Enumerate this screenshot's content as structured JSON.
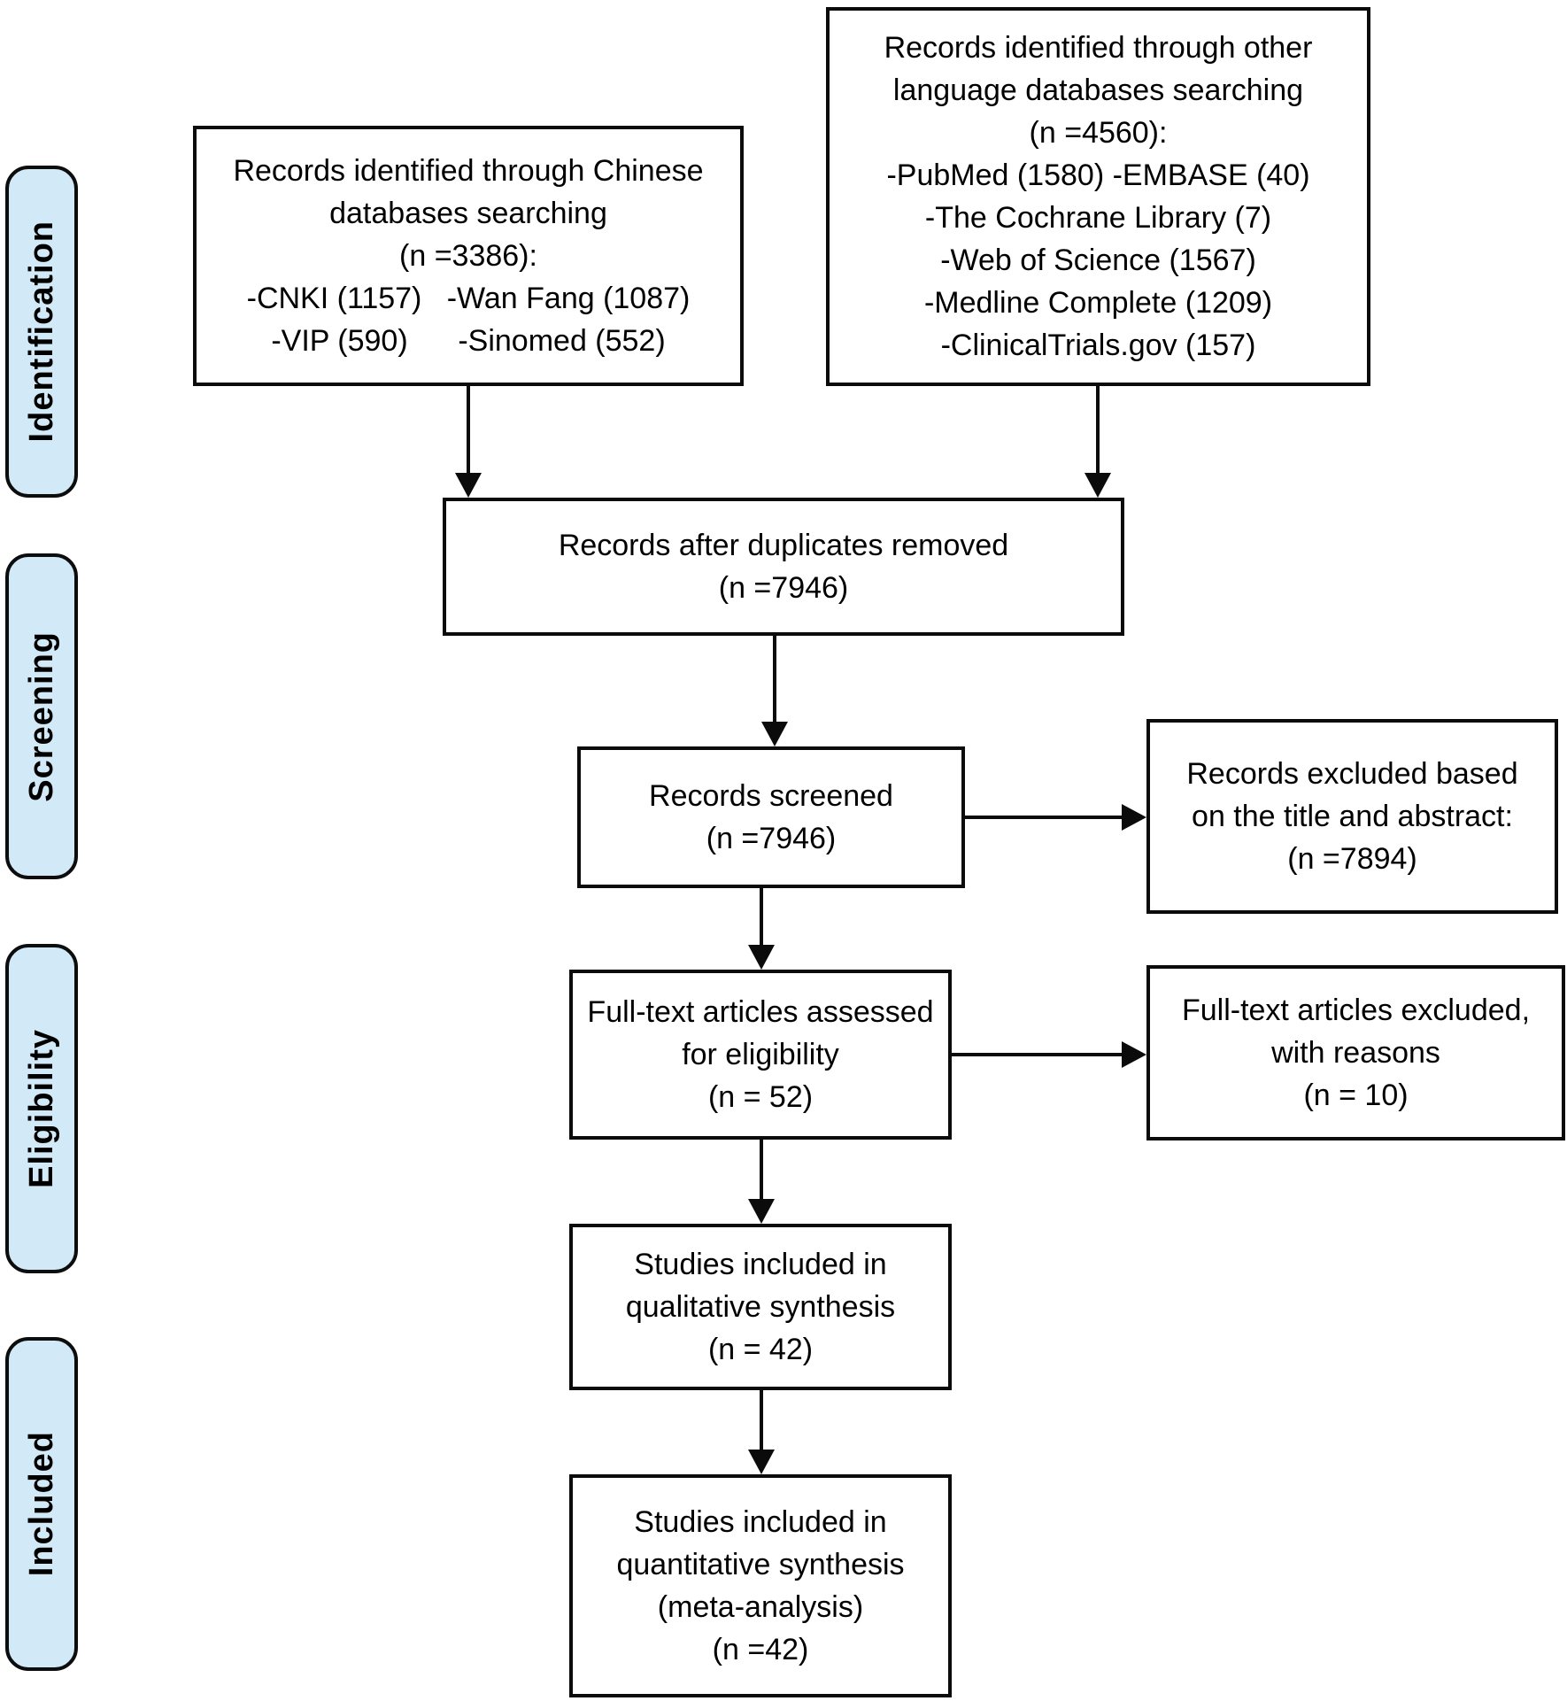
{
  "sidebar": {
    "fill_color": "#d2eaf8",
    "items": [
      {
        "label": "Identification"
      },
      {
        "label": "Screening"
      },
      {
        "label": "Eligibility"
      },
      {
        "label": "Included"
      }
    ]
  },
  "boxes": {
    "chinese": {
      "lines": [
        "Records identified through Chinese",
        "databases searching",
        "(n =3386):",
        "-CNKI (1157)   -Wan Fang (1087)",
        "-VIP (590)      -Sinomed (552)"
      ]
    },
    "other_lang": {
      "lines": [
        "Records identified through other",
        "language databases searching",
        "(n =4560):",
        "-PubMed (1580) -EMBASE (40)",
        "-The Cochrane Library (7)",
        "-Web of Science (1567)",
        "-Medline Complete (1209)",
        "-ClinicalTrials.gov (157)"
      ]
    },
    "duplicates_removed": {
      "lines": [
        "Records after duplicates removed",
        "(n =7946)"
      ]
    },
    "screened": {
      "lines": [
        "Records screened",
        "(n =7946)"
      ]
    },
    "excluded_title_abstract": {
      "lines": [
        "Records excluded based",
        "on the title and abstract:",
        "(n =7894)"
      ]
    },
    "fulltext_assessed": {
      "lines": [
        "Full-text articles assessed",
        "for eligibility",
        "(n = 52)"
      ]
    },
    "fulltext_excluded": {
      "lines": [
        "Full-text articles excluded,",
        "with reasons",
        "(n = 10)"
      ]
    },
    "qualitative_synthesis": {
      "lines": [
        "Studies included in",
        "qualitative synthesis",
        "(n = 42)"
      ]
    },
    "quantitative_synthesis": {
      "lines": [
        "Studies included in",
        "quantitative synthesis",
        "(meta-analysis)",
        "(n =42)"
      ]
    }
  }
}
